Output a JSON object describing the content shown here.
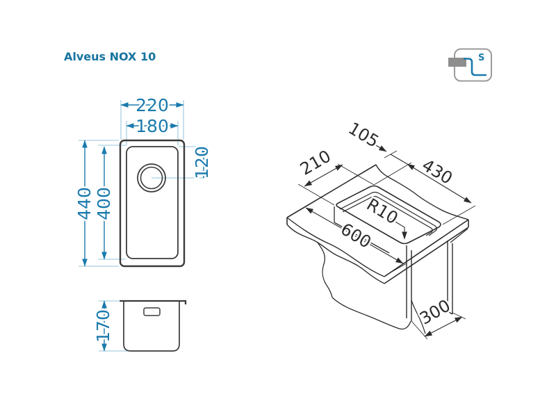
{
  "title": "Alveus NOX 10",
  "top_view": {
    "width_outer": "220",
    "width_inner": "180",
    "length_outer": "440",
    "length_inner": "400",
    "drain_offset": "120"
  },
  "side_view": {
    "depth": "170"
  },
  "iso_view": {
    "edge_offset": "105",
    "cutout_length": "430",
    "cutout_width": "210",
    "worktop_width": "600",
    "cabinet_depth": "300",
    "corner_radius": "R10"
  },
  "mount_icon": {
    "label": "S"
  },
  "colors": {
    "accent_blue": "#1a7aad",
    "extension_blue": "#a9d0e4",
    "drawing_gray": "#3a3a3a",
    "iso_black": "#2b2b2b",
    "icon_gray": "#8e8e8e"
  }
}
